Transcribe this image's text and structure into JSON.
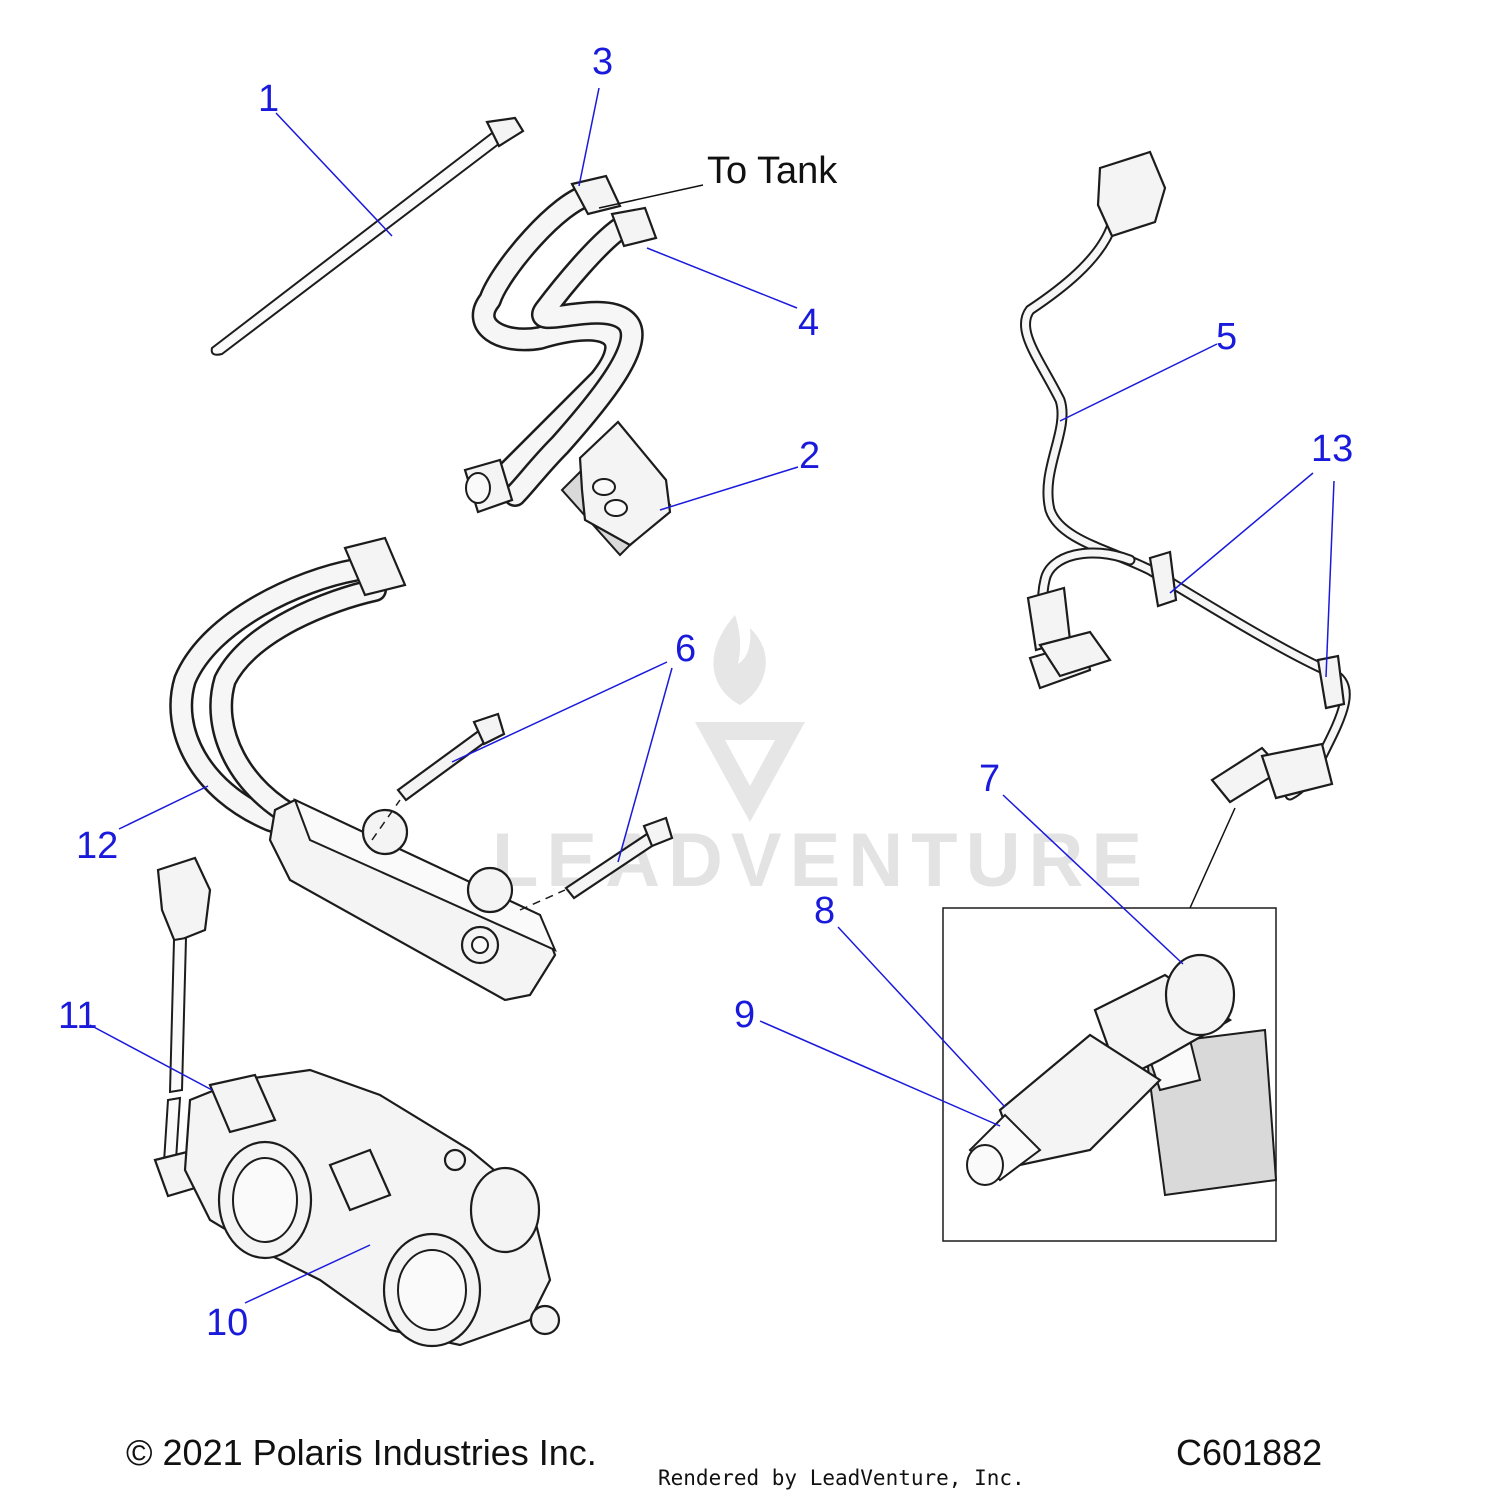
{
  "callouts": {
    "c1": "1",
    "c2": "2",
    "c3": "3",
    "c4": "4",
    "c5": "5",
    "c6": "6",
    "c7": "7",
    "c8": "8",
    "c9": "9",
    "c10": "10",
    "c11": "11",
    "c12": "12",
    "c13": "13"
  },
  "note": "To Tank",
  "watermark": "LEADVENTURE",
  "footer": {
    "copyright": "© 2021 Polaris Industries Inc.",
    "code": "C601882",
    "rendered_by": "Rendered by LeadVenture, Inc."
  },
  "colors": {
    "callout": "#1a1adc",
    "line_art": "#1c1c1c",
    "watermark": "#e3e3e3"
  }
}
